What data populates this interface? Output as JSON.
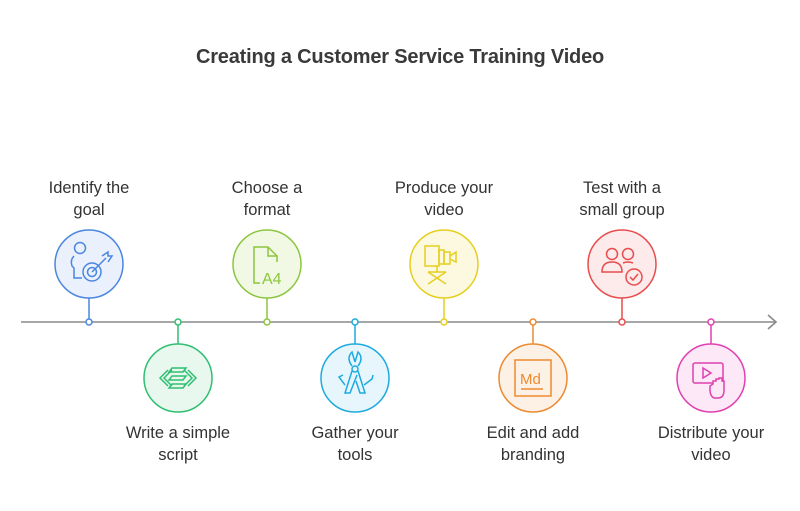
{
  "title": "Creating a Customer Service Training Video",
  "steps": [
    {
      "label_line1": "Identify the",
      "label_line2": "goal",
      "icon": "target-person-icon",
      "color": "#4a86e0",
      "fill": "#eaf1fc",
      "position": "top"
    },
    {
      "label_line1": "Write a simple",
      "label_line2": "script",
      "icon": "script-arrows-icon",
      "color": "#2fbf71",
      "fill": "#e8f8ef",
      "position": "bottom"
    },
    {
      "label_line1": "Choose a",
      "label_line2": "format",
      "icon": "a4-document-icon",
      "color": "#8cc63f",
      "fill": "#f1f9e4",
      "position": "top"
    },
    {
      "label_line1": "Gather your",
      "label_line2": "tools",
      "icon": "multitool-icon",
      "color": "#1eaadf",
      "fill": "#e6f6fc",
      "position": "bottom"
    },
    {
      "label_line1": "Produce your",
      "label_line2": "video",
      "icon": "video-camera-tripod-icon",
      "color": "#e6cf1e",
      "fill": "#fcf9e0",
      "position": "top"
    },
    {
      "label_line1": "Edit and add",
      "label_line2": "branding",
      "icon": "markdown-icon",
      "color": "#ec8a2f",
      "fill": "#fdf1e6",
      "position": "bottom"
    },
    {
      "label_line1": "Test with a",
      "label_line2": "small group",
      "icon": "group-check-icon",
      "color": "#e84c4c",
      "fill": "#fdeaea",
      "position": "top"
    },
    {
      "label_line1": "Distribute your",
      "label_line2": "video",
      "icon": "video-play-hand-icon",
      "color": "#e040b0",
      "fill": "#fce8f6",
      "position": "bottom"
    }
  ],
  "line_color": "#8a8a8a"
}
